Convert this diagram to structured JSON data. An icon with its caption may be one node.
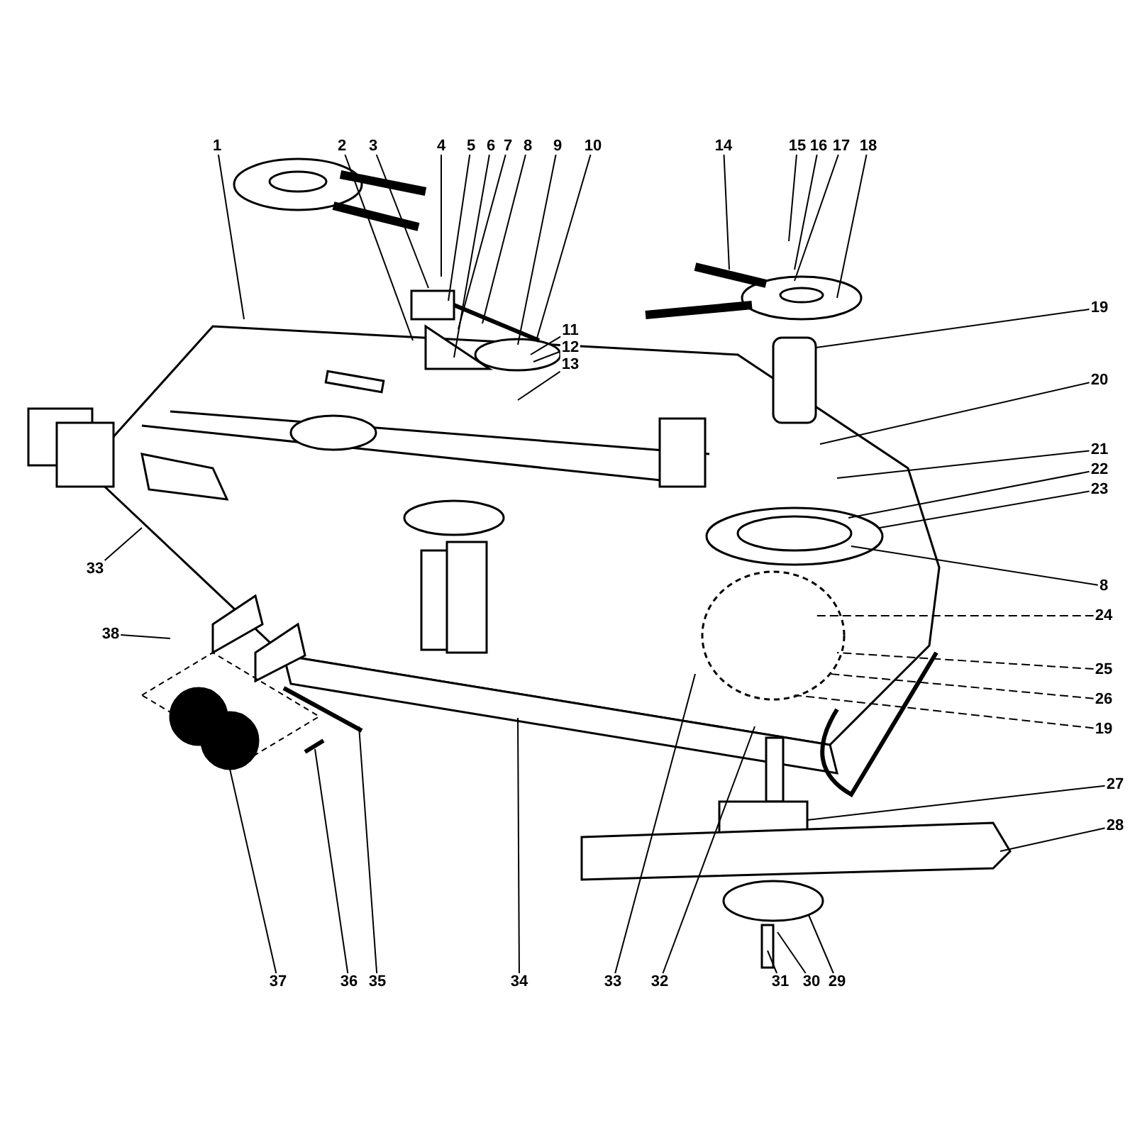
{
  "diagram": {
    "nodes": [
      {
        "text": [
          "1"
        ]
      },
      {
        "text": [
          "2"
        ]
      },
      {
        "text": [
          "3"
        ]
      },
      {
        "text": [
          "4"
        ]
      },
      {
        "text": [
          "5"
        ]
      },
      {
        "text": [
          "6"
        ]
      },
      {
        "text": [
          "7"
        ]
      },
      {
        "text": [
          "8"
        ]
      },
      {
        "text": [
          "9"
        ]
      },
      {
        "text": [
          "10"
        ]
      },
      {
        "text": [
          "11"
        ]
      },
      {
        "text": [
          "12"
        ]
      },
      {
        "text": [
          "13"
        ]
      },
      {
        "text": [
          "14"
        ]
      },
      {
        "text": [
          "15"
        ]
      },
      {
        "text": [
          "16"
        ]
      },
      {
        "text": [
          "17"
        ]
      },
      {
        "text": [
          "18"
        ]
      },
      {
        "text": [
          "19"
        ]
      },
      {
        "text": [
          "20"
        ]
      },
      {
        "text": [
          "21"
        ]
      },
      {
        "text": [
          "22"
        ]
      },
      {
        "text": [
          "23"
        ]
      },
      {
        "text": [
          "8"
        ]
      },
      {
        "text": [
          "24"
        ]
      },
      {
        "text": [
          "25"
        ]
      },
      {
        "text": [
          "26"
        ]
      },
      {
        "text": [
          "19"
        ]
      },
      {
        "text": [
          "27"
        ]
      },
      {
        "text": [
          "28"
        ]
      },
      {
        "text": [
          "29"
        ]
      },
      {
        "text": [
          "30"
        ]
      },
      {
        "text": [
          "31"
        ]
      },
      {
        "text": [
          "32"
        ]
      },
      {
        "text": [
          "33"
        ]
      },
      {
        "text": [
          "34"
        ]
      },
      {
        "text": [
          "35"
        ]
      },
      {
        "text": [
          "36"
        ]
      },
      {
        "text": [
          "37"
        ]
      },
      {
        "text": [
          "38"
        ]
      },
      {
        "text": [
          "33"
        ]
      }
    ],
    "edges": [
      {
        "from": 0,
        "to": null,
        "arrow": "none"
      },
      {
        "from": 1,
        "to": null,
        "arrow": "none"
      },
      {
        "from": 2,
        "to": null,
        "arrow": "none"
      },
      {
        "from": 3,
        "to": null,
        "arrow": "none"
      },
      {
        "from": 4,
        "to": null,
        "arrow": "none"
      },
      {
        "from": 5,
        "to": null,
        "arrow": "none"
      },
      {
        "from": 6,
        "to": null,
        "arrow": "none"
      },
      {
        "from": 7,
        "to": null,
        "arrow": "none"
      },
      {
        "from": 8,
        "to": null,
        "arrow": "none"
      },
      {
        "from": 9,
        "to": null,
        "arrow": "none"
      },
      {
        "from": 10,
        "to": null,
        "arrow": "none"
      },
      {
        "from": 11,
        "to": null,
        "arrow": "none"
      },
      {
        "from": 12,
        "to": null,
        "arrow": "none"
      },
      {
        "from": 13,
        "to": null,
        "arrow": "none"
      },
      {
        "from": 14,
        "to": null,
        "arrow": "none"
      },
      {
        "from": 15,
        "to": null,
        "arrow": "none"
      },
      {
        "from": 16,
        "to": null,
        "arrow": "none"
      },
      {
        "from": 17,
        "to": null,
        "arrow": "none"
      },
      {
        "from": 18,
        "to": null,
        "arrow": "none"
      },
      {
        "from": 19,
        "to": null,
        "arrow": "none"
      },
      {
        "from": 20,
        "to": null,
        "arrow": "none"
      },
      {
        "from": 21,
        "to": null,
        "arrow": "none"
      },
      {
        "from": 22,
        "to": null,
        "arrow": "none"
      },
      {
        "from": 23,
        "to": null,
        "arrow": "none"
      },
      {
        "from": 24,
        "to": null,
        "arrow": "none",
        "style": "dashed"
      },
      {
        "from": 25,
        "to": null,
        "arrow": "none",
        "style": "dashed"
      },
      {
        "from": 26,
        "to": null,
        "arrow": "none",
        "style": "dashed"
      },
      {
        "from": 27,
        "to": null,
        "arrow": "none",
        "style": "dashed"
      },
      {
        "from": 28,
        "to": null,
        "arrow": "none"
      },
      {
        "from": 29,
        "to": null,
        "arrow": "none"
      },
      {
        "from": 30,
        "to": null,
        "arrow": "none"
      },
      {
        "from": 31,
        "to": null,
        "arrow": "none"
      },
      {
        "from": 32,
        "to": null,
        "arrow": "none"
      },
      {
        "from": 33,
        "to": null,
        "arrow": "none"
      },
      {
        "from": 34,
        "to": null,
        "arrow": "none"
      },
      {
        "from": 35,
        "to": null,
        "arrow": "none"
      },
      {
        "from": 36,
        "to": null,
        "arrow": "none"
      },
      {
        "from": 37,
        "to": null,
        "arrow": "none"
      },
      {
        "from": 38,
        "to": null,
        "arrow": "none"
      },
      {
        "from": 39,
        "to": null,
        "arrow": "none"
      },
      {
        "from": 40,
        "to": null,
        "arrow": "none"
      }
    ]
  }
}
